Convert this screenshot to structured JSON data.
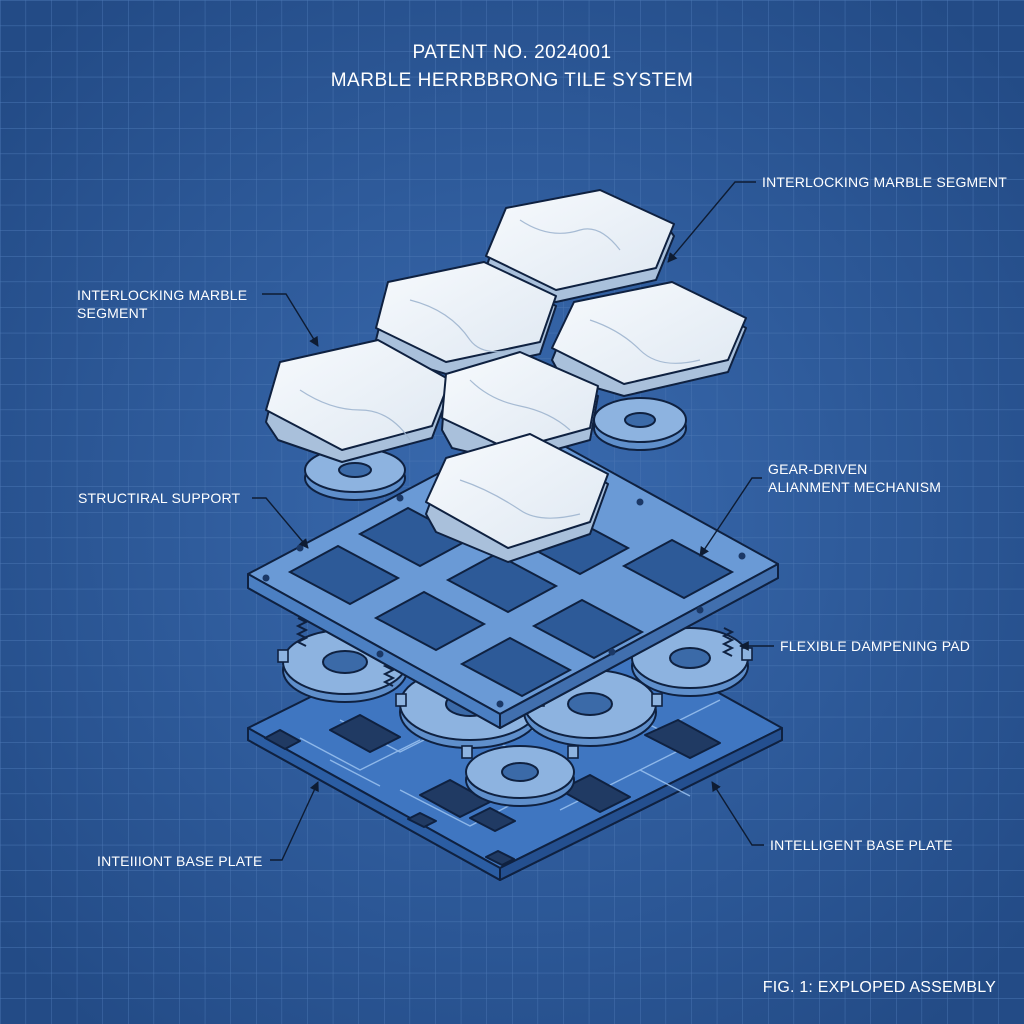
{
  "title": {
    "line1": "PATENT NO. 2024001",
    "line2": "MARBLE HERRBBRONG TILE SYSTEM"
  },
  "labels": {
    "marble_segment_right": "INTERLOCKING MARBLE SEGMENT",
    "marble_segment_left_1": "INTERLOCKING MARBLE",
    "marble_segment_left_2": "SEGMENT",
    "structural_support": "STRUCTIRAL SUPPORT",
    "gear_mechanism_1": "GEAR-DRIVEN",
    "gear_mechanism_2": "ALIANMENT MECHANISM",
    "dampening_pad": "FLEXIBLE DAMPENING PAD",
    "base_plate_right": "INTELLIGENT BASE PLATE",
    "base_plate_left": "INTEIIIONT BASE PLATE"
  },
  "caption": "FIG. 1: EXPLOPED ASSEMBLY",
  "colors": {
    "background": "#2a5797",
    "grid": "#4c78b4",
    "marble": "#eef3f8",
    "frame": "#5f93d2",
    "board": "#3d74bf",
    "gear": "#7fa8da"
  }
}
